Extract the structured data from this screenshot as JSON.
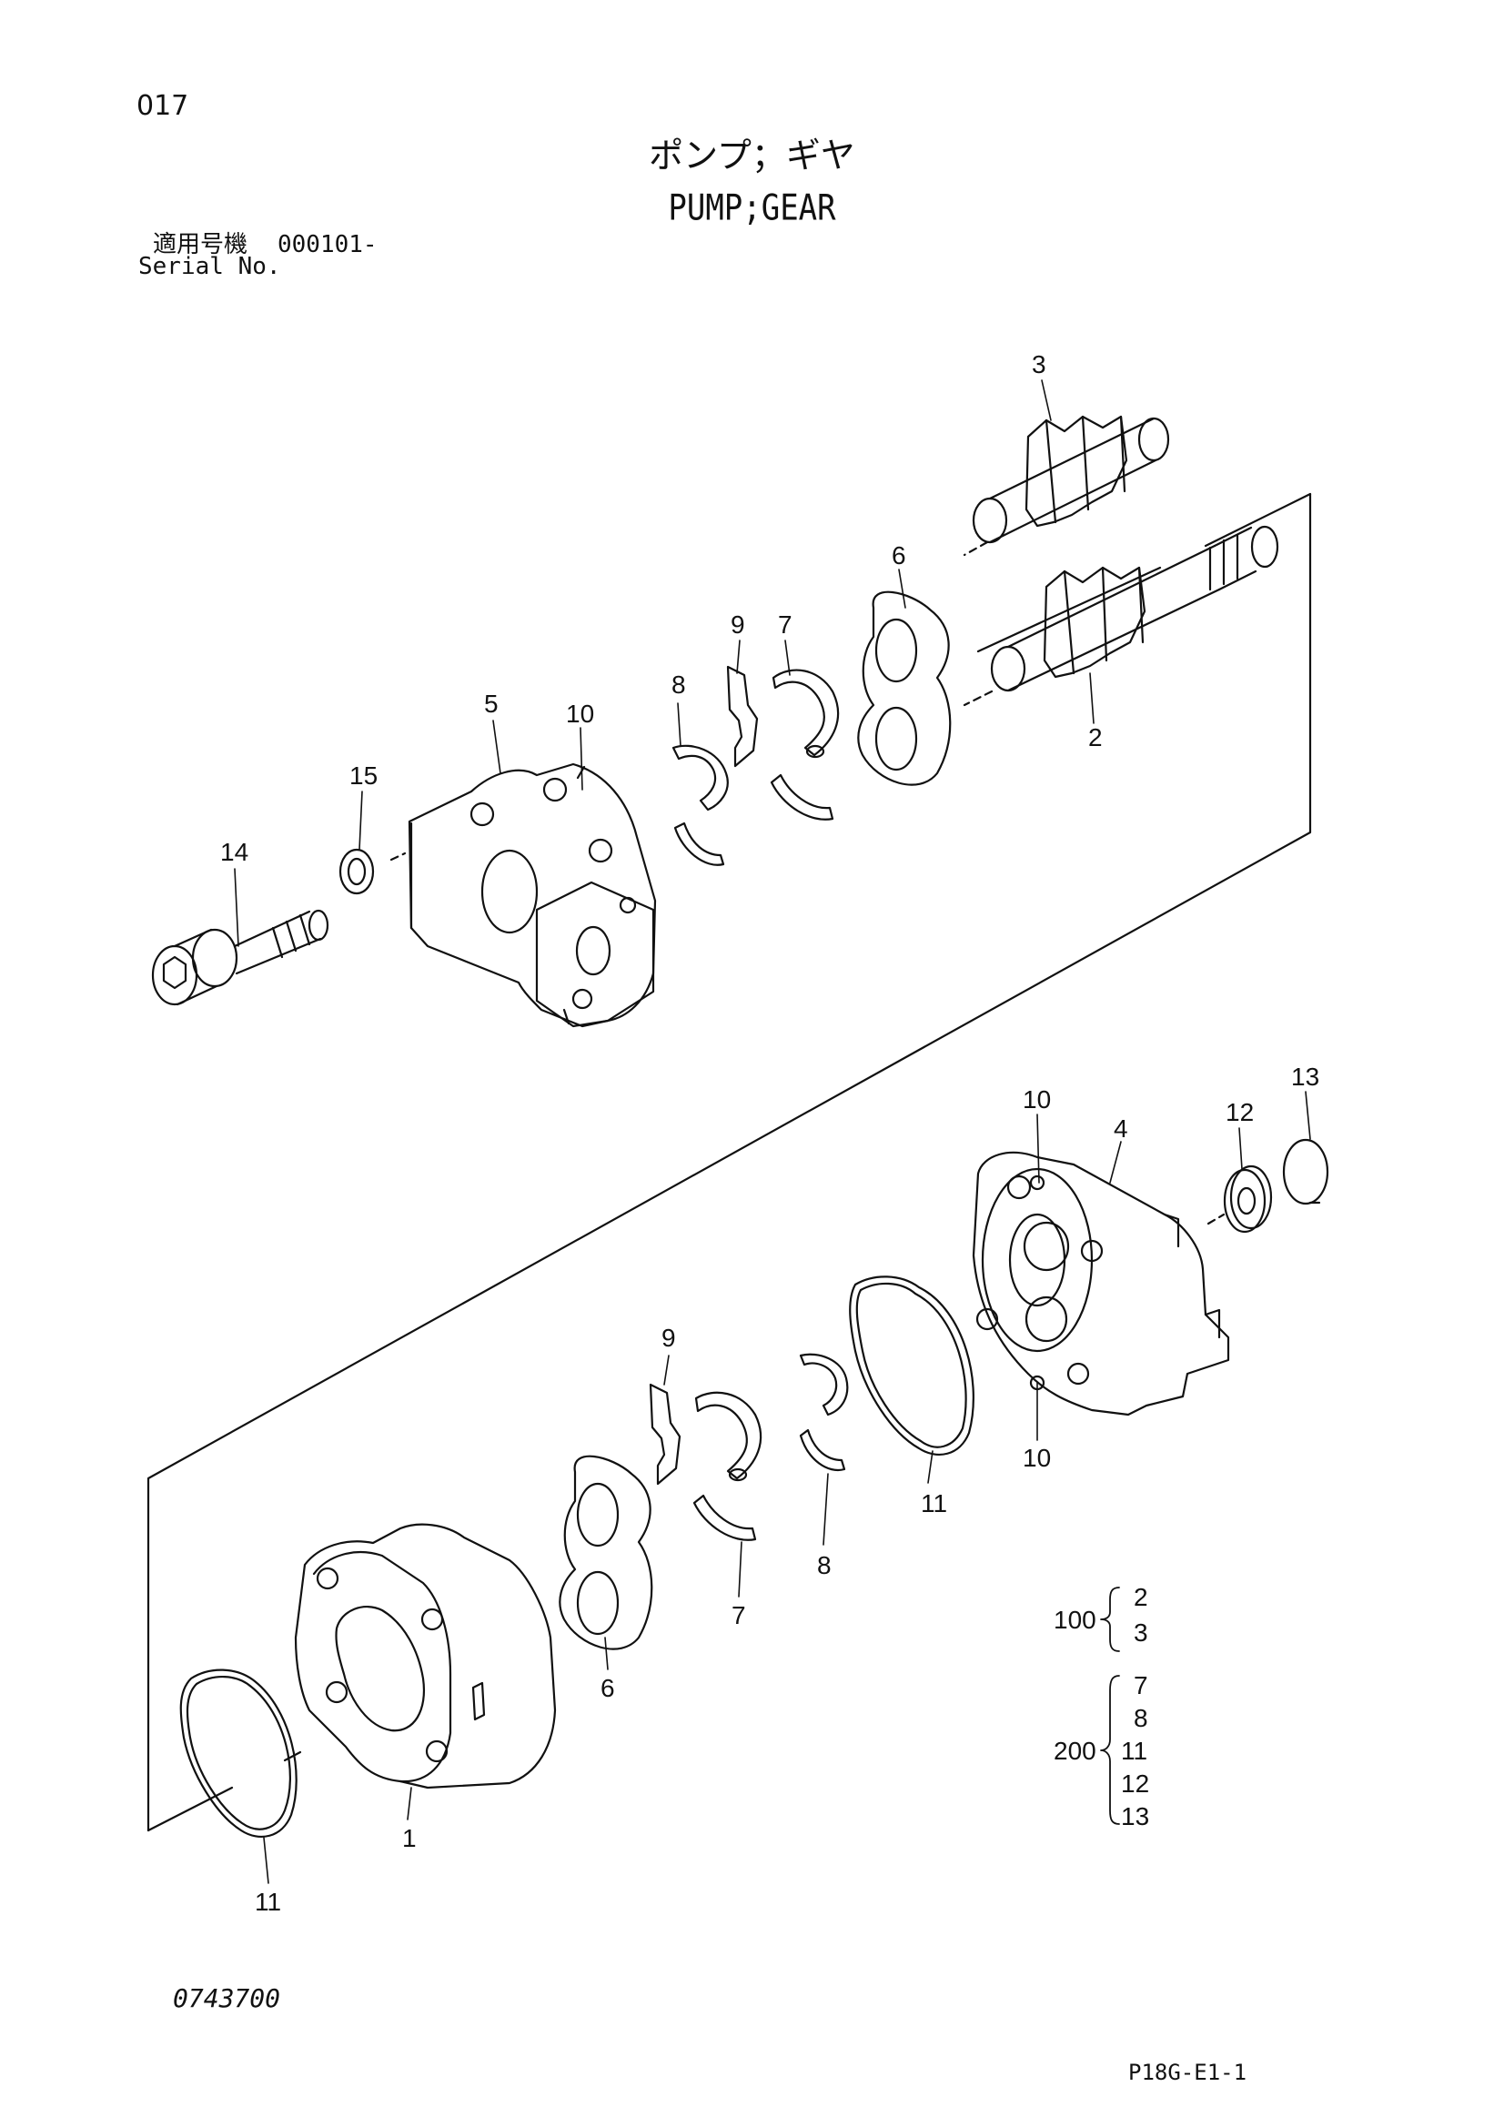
{
  "header": {
    "page_number": "017",
    "title_jp": "ポンプ；ギヤ",
    "title_en": "PUMP;GEAR",
    "serial_label_jp": "適用号機",
    "serial_value": "000101-",
    "serial_label_en": "Serial No."
  },
  "footer": {
    "document_number": "0743700",
    "sheet_code": "P18G-E1-1"
  },
  "callouts": [
    "3",
    "6",
    "9",
    "7",
    "8",
    "2",
    "5",
    "10",
    "15",
    "14",
    "13",
    "10",
    "12",
    "4",
    "9",
    "11",
    "10",
    "8",
    "7",
    "6",
    "1",
    "11"
  ],
  "kits": [
    {
      "kit_no": "100",
      "items": [
        "2",
        "3"
      ]
    },
    {
      "kit_no": "200",
      "items": [
        "7",
        "8",
        "11",
        "12",
        "13"
      ]
    }
  ]
}
